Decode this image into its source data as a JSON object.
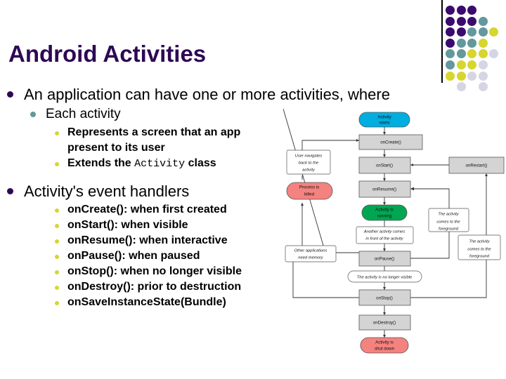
{
  "slide": {
    "title": "Android Activities",
    "title_color": "#2E0854",
    "background": "#ffffff"
  },
  "decoration": {
    "name": "dot-grid",
    "rule_color": "#000000",
    "palette": {
      "purple": "#3B0A6E",
      "teal": "#63989C",
      "yellow": "#D6D62E",
      "lavender": "#D5D5E5"
    },
    "dots": [
      {
        "col": 0,
        "row": 0,
        "color": "#3B0A6E"
      },
      {
        "col": 1,
        "row": 0,
        "color": "#3B0A6E"
      },
      {
        "col": 2,
        "row": 0,
        "color": "#3B0A6E"
      },
      {
        "col": 0,
        "row": 1,
        "color": "#3B0A6E"
      },
      {
        "col": 1,
        "row": 1,
        "color": "#3B0A6E"
      },
      {
        "col": 2,
        "row": 1,
        "color": "#3B0A6E"
      },
      {
        "col": 3,
        "row": 1,
        "color": "#63989C"
      },
      {
        "col": 0,
        "row": 2,
        "color": "#3B0A6E"
      },
      {
        "col": 1,
        "row": 2,
        "color": "#3B0A6E"
      },
      {
        "col": 2,
        "row": 2,
        "color": "#63989C"
      },
      {
        "col": 3,
        "row": 2,
        "color": "#63989C"
      },
      {
        "col": 4,
        "row": 2,
        "color": "#D6D62E"
      },
      {
        "col": 0,
        "row": 3,
        "color": "#3B0A6E"
      },
      {
        "col": 1,
        "row": 3,
        "color": "#63989C"
      },
      {
        "col": 2,
        "row": 3,
        "color": "#63989C"
      },
      {
        "col": 3,
        "row": 3,
        "color": "#D6D62E"
      },
      {
        "col": 0,
        "row": 4,
        "color": "#63989C"
      },
      {
        "col": 1,
        "row": 4,
        "color": "#63989C"
      },
      {
        "col": 2,
        "row": 4,
        "color": "#D6D62E"
      },
      {
        "col": 3,
        "row": 4,
        "color": "#D6D62E"
      },
      {
        "col": 4,
        "row": 4,
        "color": "#D5D5E5"
      },
      {
        "col": 0,
        "row": 5,
        "color": "#63989C"
      },
      {
        "col": 1,
        "row": 5,
        "color": "#D6D62E"
      },
      {
        "col": 2,
        "row": 5,
        "color": "#D6D62E"
      },
      {
        "col": 3,
        "row": 5,
        "color": "#D5D5E5"
      },
      {
        "col": 0,
        "row": 6,
        "color": "#D6D62E"
      },
      {
        "col": 1,
        "row": 6,
        "color": "#D6D62E"
      },
      {
        "col": 2,
        "row": 6,
        "color": "#D5D5E5"
      },
      {
        "col": 3,
        "row": 6,
        "color": "#D5D5E5"
      },
      {
        "col": 1,
        "row": 7,
        "color": "#D5D5E5"
      },
      {
        "col": 3,
        "row": 7,
        "color": "#D5D5E5"
      }
    ]
  },
  "outline": {
    "item1": {
      "text": "An application can have one or more activities, where",
      "child": {
        "text": "Each activity",
        "points": [
          {
            "pre": "Represents a screen that an app present to its user",
            "mono": "",
            "post": ""
          },
          {
            "pre": "Extends the ",
            "mono": "Activity",
            "post": " class"
          }
        ]
      }
    },
    "item2": {
      "text": "Activity's event handlers",
      "points": [
        "onCreate(): when first created",
        "onStart(): when visible",
        "onResume(): when interactive",
        "onPause(): when paused",
        "onStop(): when no longer visible",
        "onDestroy(): prior to destruction",
        "onSaveInstanceState(Bundle)"
      ]
    }
  },
  "diagram": {
    "name": "activity-lifecycle-diagram",
    "colors": {
      "start": "#00AEE0",
      "running": "#00A651",
      "terminal": "#F4827F",
      "method": "#D4D4D4",
      "note": "#ffffff"
    },
    "nodes": {
      "activity_starts": "Activity starts",
      "on_create": "onCreate()",
      "on_start": "onStart()",
      "on_restart": "onRestart()",
      "on_resume": "onResume()",
      "activity_running": "Activity is running",
      "on_pause": "onPause()",
      "on_stop": "onStop()",
      "on_destroy": "onDestroy()",
      "activity_shut_down": "Activity is shut down",
      "process_killed": "Process is killed"
    },
    "notes": {
      "user_navigates_back": "User navigates back to the activity",
      "another_activity": "Another activity comes in front of the activity",
      "other_apps_memory": "Other applications need memory",
      "no_longer_visible": "The activity is no longer visible",
      "foreground_1": "The activity comes to the foreground",
      "foreground_2": "The activity comes to the foreground"
    }
  }
}
